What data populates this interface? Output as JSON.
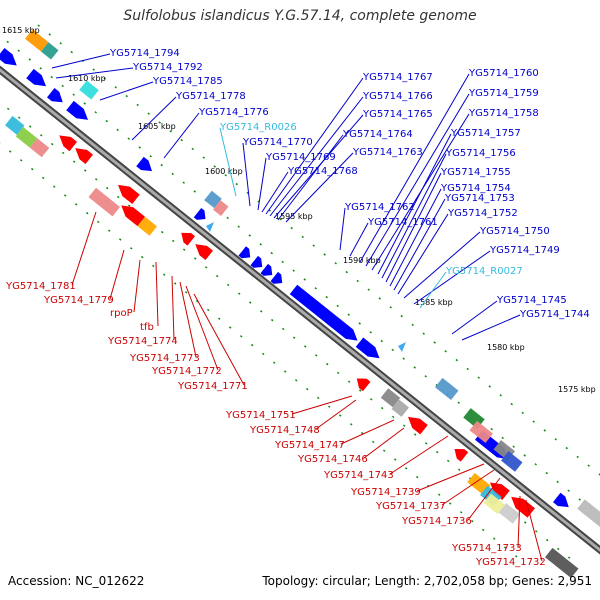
{
  "title": "Sulfolobus islandicus Y.G.57.14, complete genome",
  "footer": {
    "accession": "Accession: NC_012622",
    "topology": "Topology: circular; Length: 2,702,058 bp; Genes: 2,951"
  },
  "colors": {
    "forward_gene": "#0000ff",
    "reverse_gene": "#ff0000",
    "forward_label": "#0000cc",
    "reverse_label": "#cc0000",
    "rna_label": "#33bbdd",
    "backbone": "#666666",
    "tick": "#118811"
  },
  "scale_ticks": [
    "1615 kbp",
    "1610 kbp",
    "1605 kbp",
    "1600 kbp",
    "1595 kbp",
    "1590 kbp",
    "1585 kbp",
    "1580 kbp",
    "1575 kbp"
  ],
  "forward_labels": [
    "YG5714_1794",
    "YG5714_1792",
    "YG5714_1785",
    "YG5714_1778",
    "YG5714_1776",
    "YG5714_R0026",
    "YG5714_1770",
    "YG5714_1769",
    "YG5714_1768",
    "YG5714_1767",
    "YG5714_1766",
    "YG5714_1765",
    "YG5714_1764",
    "YG5714_1763",
    "YG5714_1762",
    "YG5714_1761",
    "YG5714_1760",
    "YG5714_1759",
    "YG5714_1758",
    "YG5714_1757",
    "YG5714_1756",
    "YG5714_1755",
    "YG5714_1754",
    "YG5714_1753",
    "YG5714_1752",
    "YG5714_1750",
    "YG5714_1749",
    "YG5714_R0027",
    "YG5714_1745",
    "YG5714_1744"
  ],
  "reverse_labels": [
    "YG5714_1781",
    "YG5714_1779",
    "rpoP",
    "tfb",
    "YG5714_1774",
    "YG5714_1773",
    "YG5714_1772",
    "YG5714_1771",
    "YG5714_1751",
    "YG5714_1748",
    "YG5714_1747",
    "YG5714_1746",
    "YG5714_1743",
    "YG5714_1739",
    "YG5714_1737",
    "YG5714_1736",
    "YG5714_1733",
    "YG5714_1732"
  ]
}
